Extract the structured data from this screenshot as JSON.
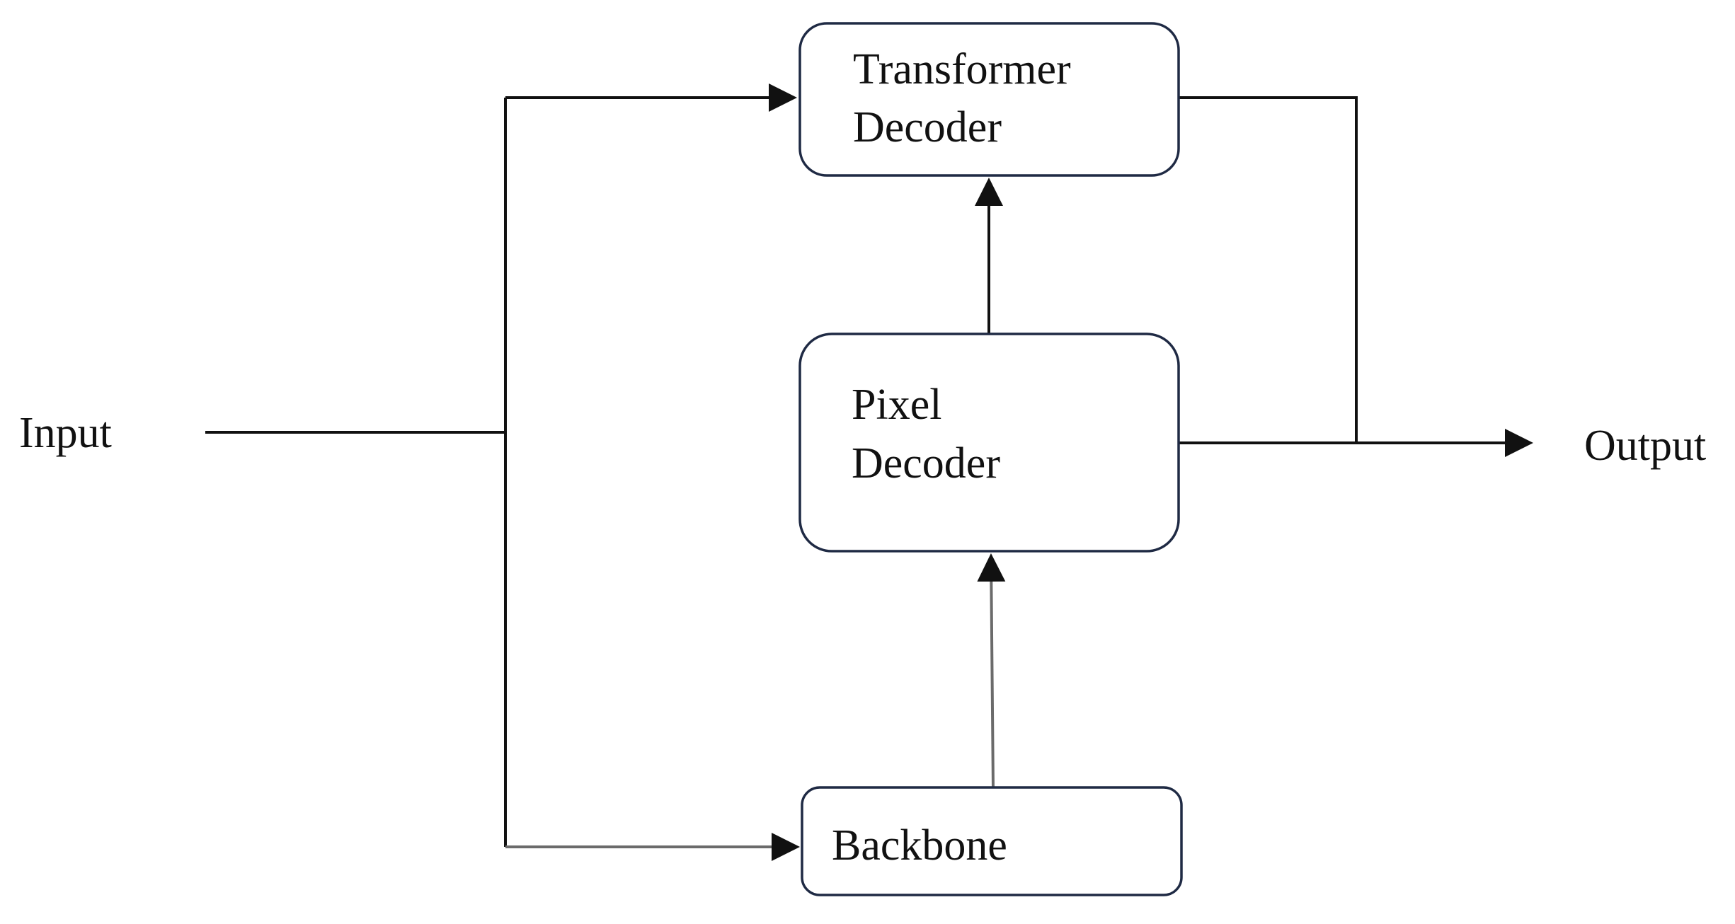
{
  "diagram": {
    "input_label": "Input",
    "output_label": "Output",
    "nodes": {
      "transformer_decoder": {
        "line1": "Transformer",
        "line2": "Decoder"
      },
      "pixel_decoder": {
        "line1": "Pixel",
        "line2": "Decoder"
      },
      "backbone": {
        "line1": "Backbone"
      }
    }
  },
  "colors": {
    "box_border": "#1f2a44",
    "line": "#111111",
    "line_secondary": "#6b6b6b"
  }
}
